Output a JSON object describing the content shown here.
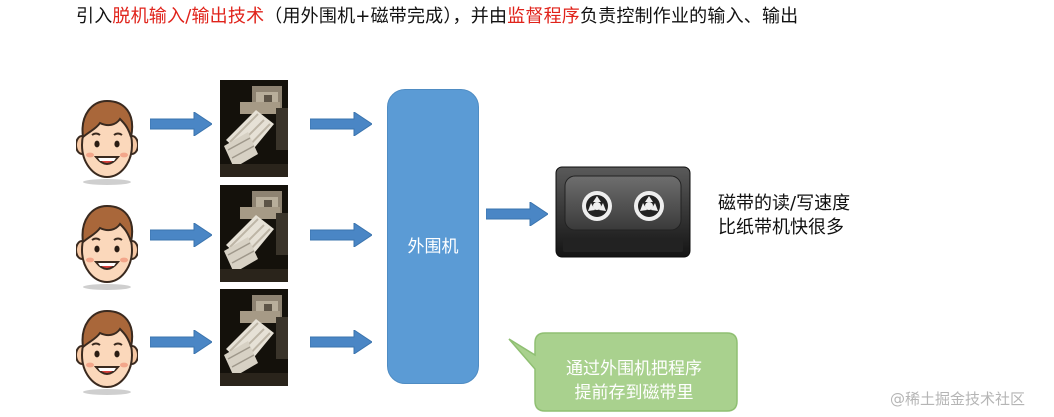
{
  "title": {
    "seg1": "引入",
    "seg2": "脱机输入/输出技术",
    "seg3": "（用外围机+磁带完成），并由",
    "seg4": "监督程序",
    "seg5": "负责控制作业的输入、输出",
    "highlight_color": "#e0231b"
  },
  "device": {
    "label": "外围机",
    "color": "#5b9bd5"
  },
  "tape_caption": {
    "line1": "磁带的读/写速度",
    "line2": "比纸带机快很多"
  },
  "note": {
    "line1": "通过外围机把程序",
    "line2": "提前存到磁带里",
    "color": "#a9d18e"
  },
  "arrow_color": "#4a86c5",
  "watermark": "@稀土掘金技术社区",
  "icons": [
    "user-face-icon",
    "paper-tape-machine-icon",
    "arrow-right-icon",
    "magnetic-tape-icon"
  ]
}
